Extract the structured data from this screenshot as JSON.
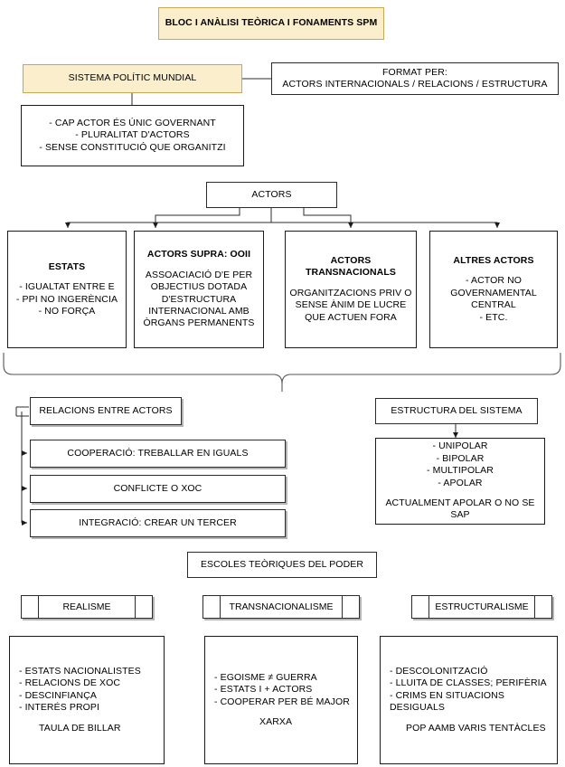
{
  "title_banner": {
    "label": "BLOC I ANÀLISI TEÒRICA I FONAMENTS SPM"
  },
  "system": {
    "header": "SISTEMA POLÍTIC MUNDIAL",
    "format_box": "FORMAT PER:\nACTORS INTERNACIONALS / RELACIONS / ESTRUCTURA",
    "traits": "- CAP ACTOR ÉS ÚNIC GOVERNANT\n- PLURALITAT D'ACTORS\n- SENSE CONSTITUCIÓ QUE ORGANITZI"
  },
  "actors": {
    "header": "ACTORS",
    "items": [
      {
        "title": "ESTATS",
        "body": "- IGUALTAT ENTRE E\n- PPI NO INGERÈNCIA\n- NO FORÇA"
      },
      {
        "title": "ACTORS SUPRA: OOII",
        "body": "ASSOACIACIÓ D'E PER\nOBJECTIUS DOTADA\nD'ESTRUCTURA\nINTERNACIONAL AMB\nÒRGANS PERMANENTS"
      },
      {
        "title": "ACTORS\nTRANSNACIONALS",
        "body": "ORGANITZACIONS PRIV O\nSENSE ÀNIM DE LUCRE\nQUE ACTUEN FORA"
      },
      {
        "title": "ALTRES ACTORS",
        "body": "- ACTOR NO\nGOVERNAMENTAL\nCENTRAL\n- ETC."
      }
    ]
  },
  "relations": {
    "header": "RELACIONS ENTRE ACTORS",
    "items": [
      "COOPERACIÓ: TREBALLAR EN IGUALS",
      "CONFLICTE O XOC",
      "INTEGRACIÓ: CREAR UN TERCER"
    ]
  },
  "structure": {
    "header": "ESTRUCTURA DEL SISTEMA",
    "body": "- UNIPOLAR\n- BIPOLAR\n- MULTIPOLAR\n- APOLAR",
    "note": "ACTUALMENT APOLAR O NO SE SAP"
  },
  "schools": {
    "header": "ESCOLES TEÒRIQUES DEL PODER",
    "items": [
      {
        "name": "REALISME",
        "bullets": "- ESTATS NACIONALISTES\n- RELACIONS DE XOC\n- DESCINFIANÇA\n- INTERÉS PROPI",
        "tagline": "TAULA DE BILLAR"
      },
      {
        "name": "TRANSNACIONALISME",
        "bullets": "- EGOISME ≠ GUERRA\n- ESTATS I + ACTORS\n- COOPERAR PER BÉ MAJOR",
        "tagline": "XARXA"
      },
      {
        "name": "ESTRUCTURALISME",
        "bullets": "- DESCOLONITZACIÓ\n- LLUITA DE CLASSES; PERIFÈRIA\n- CRIMS EN SITUACIONS\nDESIGUALS",
        "tagline": "POP AAMB VARIS TENTÀCLES"
      }
    ]
  },
  "colors": {
    "accent_fill": "#faeecd",
    "accent_border": "#c8a951",
    "line": "#2b2b2b",
    "page_bg": "#ffffff"
  }
}
